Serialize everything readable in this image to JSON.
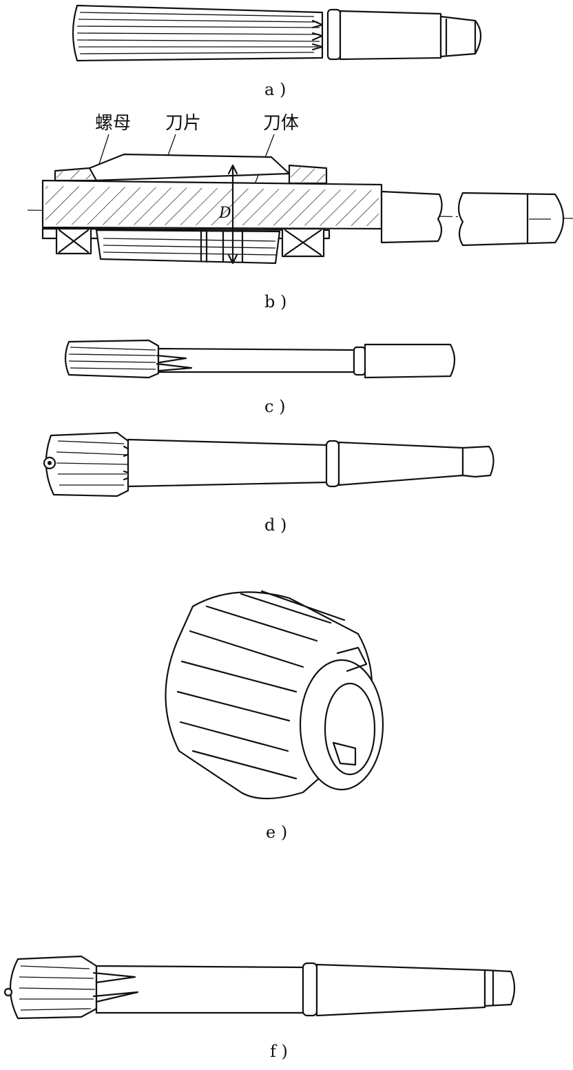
{
  "captions": {
    "a": "a )",
    "b": "b )",
    "c": "c )",
    "d": "d )",
    "e": "e )",
    "f": "f )"
  },
  "labels_b": {
    "nut": "螺母",
    "blade": "刀片",
    "body": "刀体",
    "dimension": "D"
  }
}
